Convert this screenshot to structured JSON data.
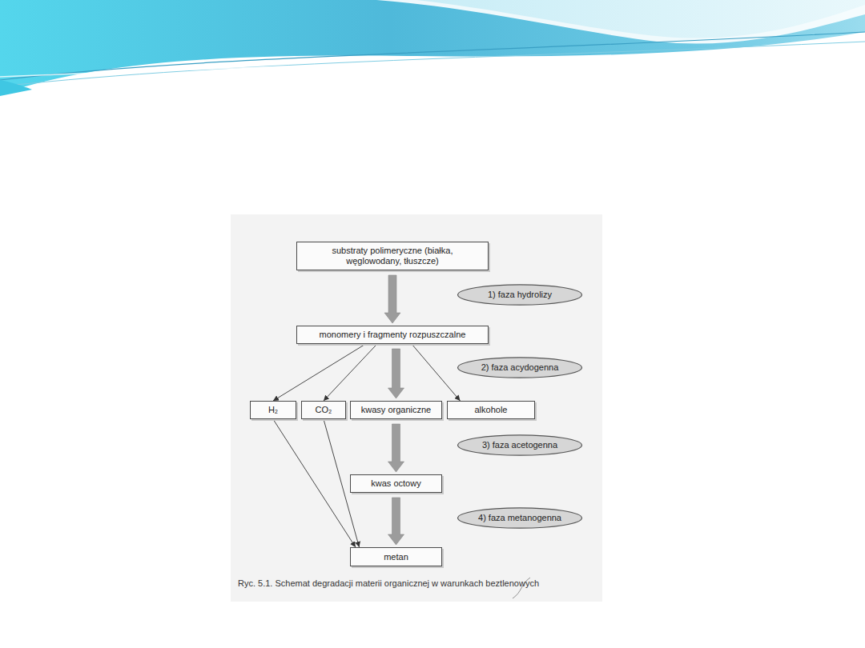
{
  "diagram": {
    "caption": "Ryc. 5.1. Schemat degradacji materii organicznej w warunkach beztlenowych",
    "nodes": [
      {
        "text": [
          "substraty polimeryczne (białka, węglowodany, tłuszcze)"
        ]
      },
      {
        "text": [
          "1) faza hydrolizy"
        ]
      },
      {
        "text": [
          "monomery i fragmenty rozpuszczalne"
        ]
      },
      {
        "text": [
          "2) faza acydogenna"
        ]
      },
      {
        "text": [
          "H₂"
        ]
      },
      {
        "text": [
          "CO₂"
        ]
      },
      {
        "text": [
          "kwasy organiczne"
        ]
      },
      {
        "text": [
          "alkohole"
        ]
      },
      {
        "text": [
          "3) faza acetogenna"
        ]
      },
      {
        "text": [
          "kwas octowy"
        ]
      },
      {
        "text": [
          "4) faza metanogenna"
        ]
      },
      {
        "text": [
          "metan"
        ]
      }
    ],
    "edges": [
      {
        "from": 0,
        "to": 2,
        "arrow": "to"
      },
      {
        "from": 2,
        "to": 4,
        "arrow": "to"
      },
      {
        "from": 2,
        "to": 5,
        "arrow": "to"
      },
      {
        "from": 2,
        "to": 6,
        "arrow": "to"
      },
      {
        "from": 2,
        "to": 7,
        "arrow": "to"
      },
      {
        "from": 6,
        "to": 9,
        "arrow": "to"
      },
      {
        "from": 9,
        "to": 11,
        "arrow": "to"
      },
      {
        "from": 4,
        "to": 11,
        "arrow": "to"
      },
      {
        "from": 5,
        "to": 11,
        "arrow": "to"
      }
    ]
  }
}
